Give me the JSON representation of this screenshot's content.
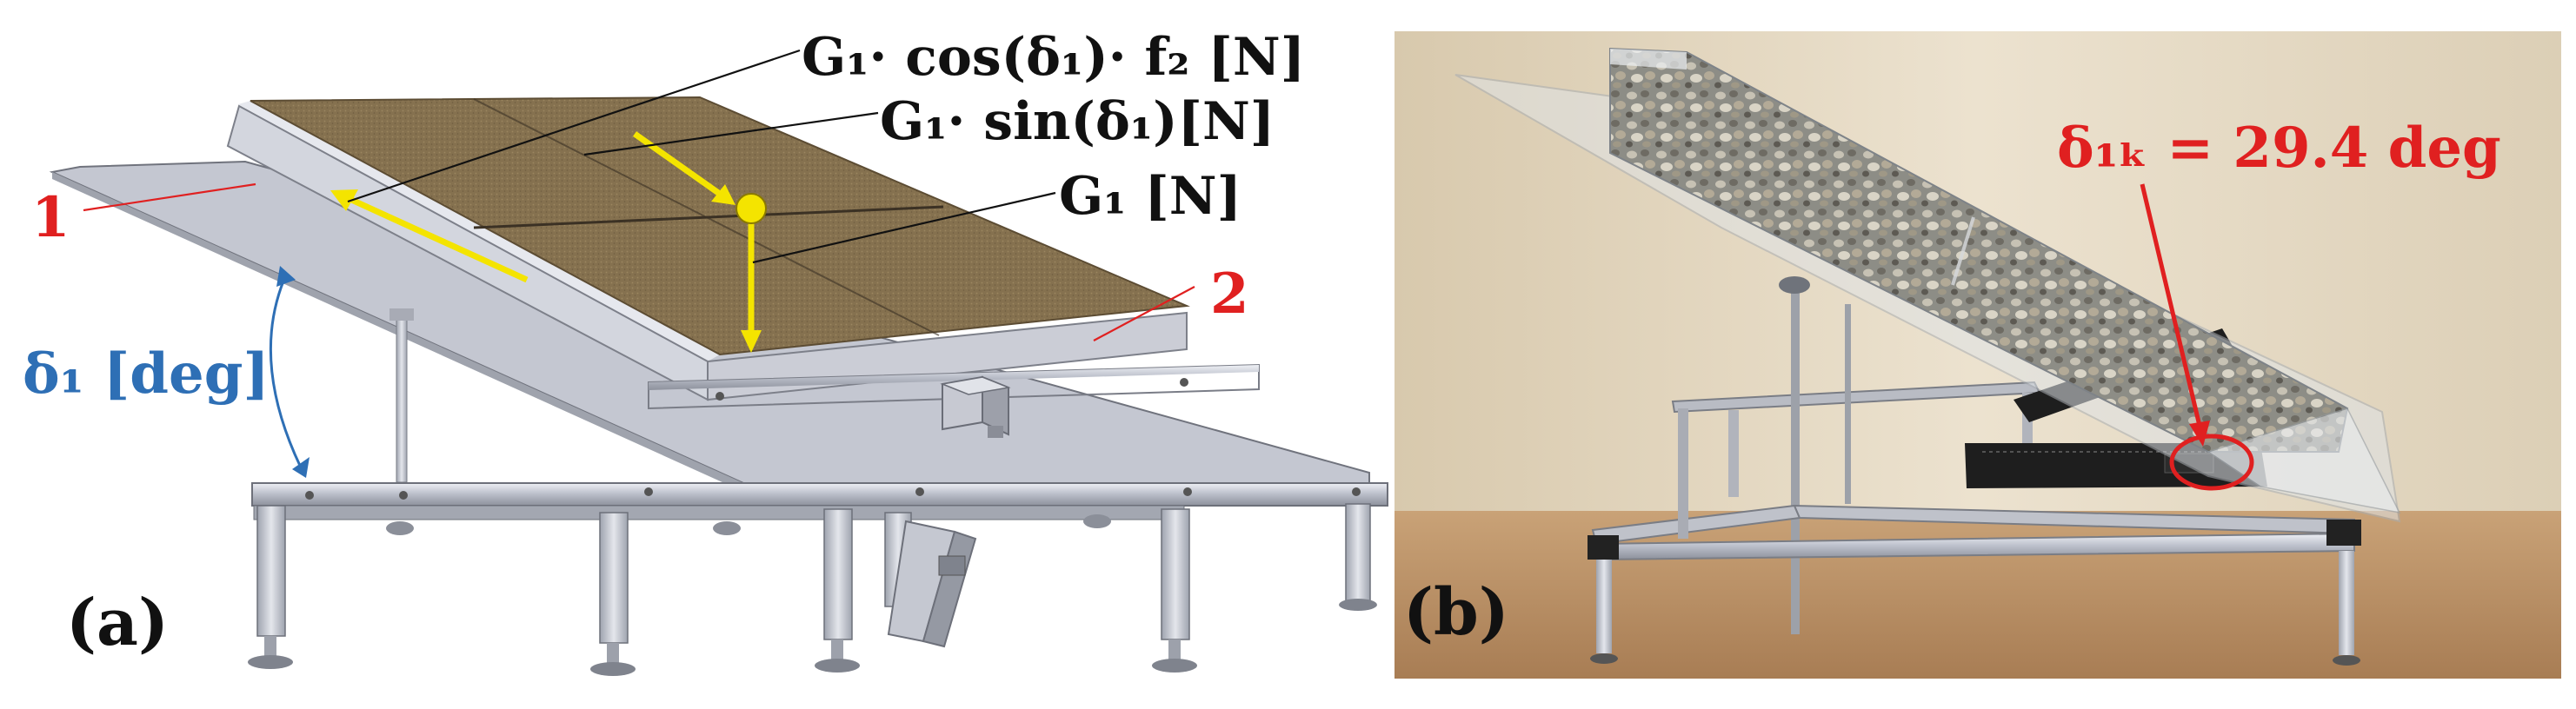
{
  "panel_a": {
    "label": "(a)",
    "force_normal_component": "G₁· cos(δ₁)· f₂ [N]",
    "force_parallel_component": "G₁· sin(δ₁)[N]",
    "force_weight": "G₁ [N]",
    "angle_label": "δ₁ [deg]",
    "part_1": "1",
    "part_2": "2"
  },
  "panel_b": {
    "label": "(b)",
    "critical_angle_label": "δ₁ₖ = 29.4 deg"
  },
  "colors": {
    "red_label": "#e02020",
    "blue_label": "#2e6fb5",
    "yellow_arrow": "#f4e400",
    "gravel_fill": "#85714f",
    "steel": "#c9ccd6",
    "wall": "#e7dbc5"
  }
}
